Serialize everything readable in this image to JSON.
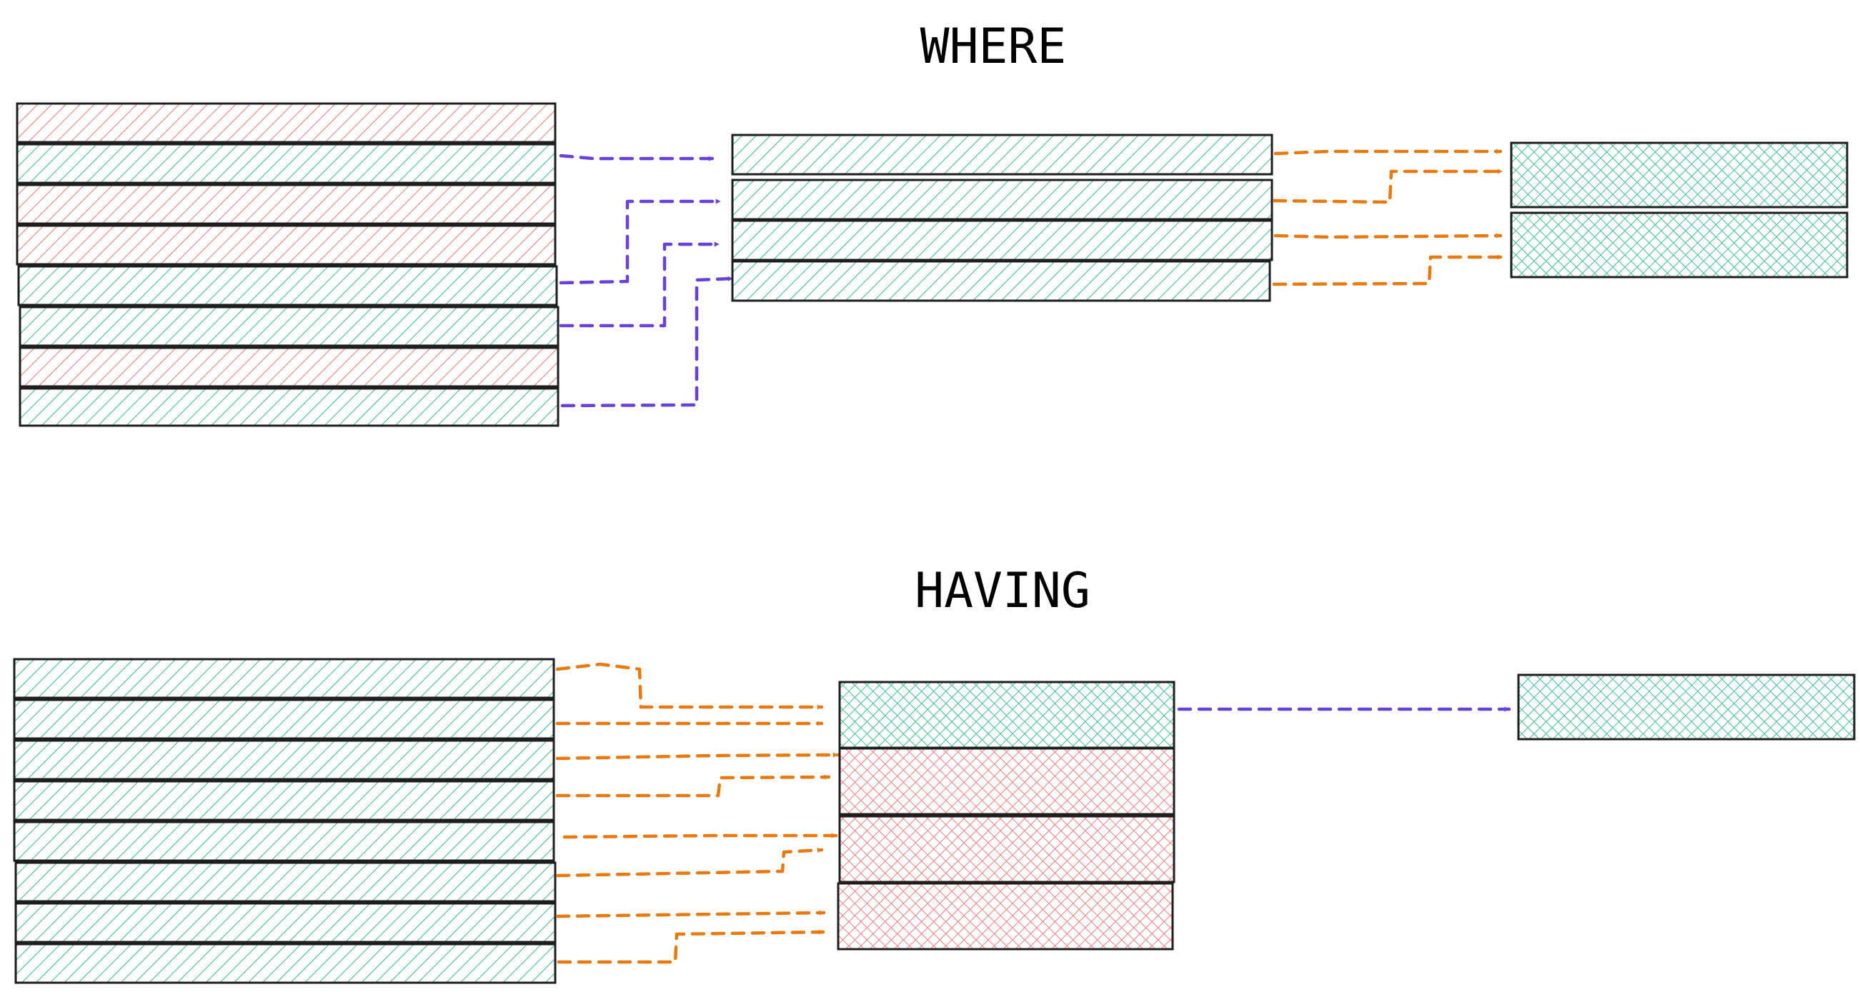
{
  "diagram": {
    "sections": [
      {
        "id": "where",
        "title": "WHERE"
      },
      {
        "id": "having",
        "title": "HAVING"
      }
    ],
    "colors": {
      "keep_row": "#3fbf95",
      "filtered_row": "#f07f7f",
      "filter_arrow": "#6741d9",
      "group_arrow": "#e8790c",
      "outline": "#1e1e1e"
    },
    "where": {
      "source_rows": [
        "filtered",
        "keep",
        "filtered",
        "filtered",
        "keep",
        "keep",
        "filtered",
        "keep"
      ],
      "filtered_rows": [
        "keep",
        "keep",
        "keep",
        "keep"
      ],
      "grouped_rows": [
        "keep",
        "keep"
      ]
    },
    "having": {
      "source_rows": [
        "keep",
        "keep",
        "keep",
        "keep",
        "keep",
        "keep",
        "keep",
        "keep"
      ],
      "grouped_rows": [
        "keep",
        "filtered",
        "filtered",
        "filtered"
      ],
      "result_rows": [
        "keep"
      ]
    }
  }
}
